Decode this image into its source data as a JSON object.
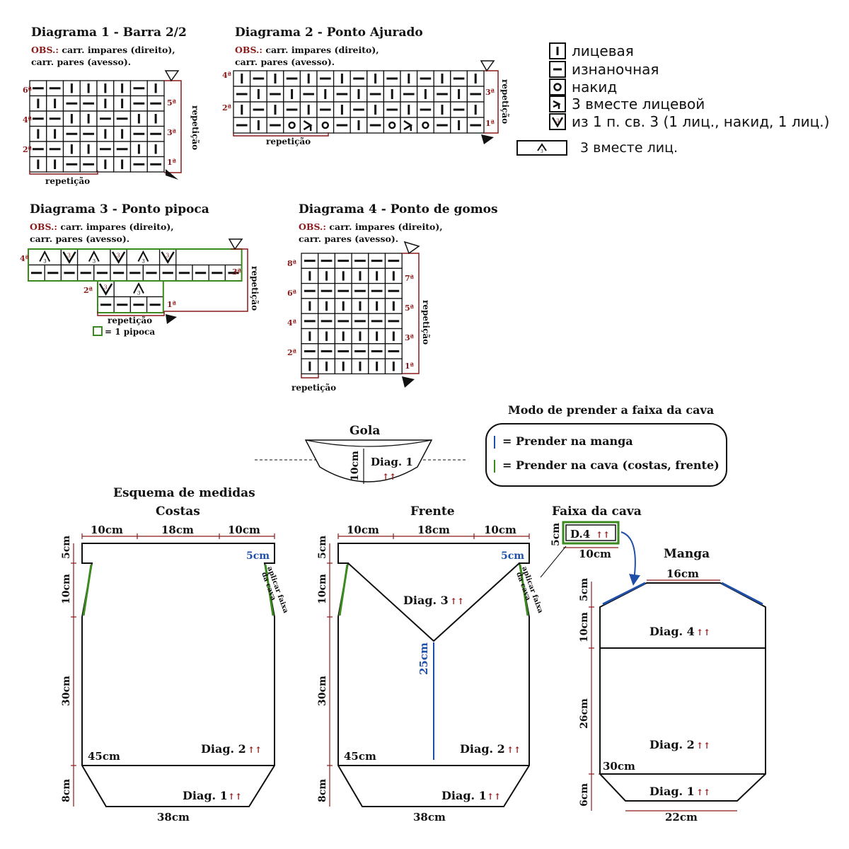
{
  "diagrams": {
    "d1": {
      "title": "Diagrama 1 - Barra 2/2",
      "obs_label": "OBS.:",
      "obs_line1": "carr. impares (direito),",
      "obs_line2": "carr. pares (avesso).",
      "rep_bottom": "repetição",
      "rep_side": "repetição",
      "rows": [
        "1ª",
        "2ª",
        "3ª",
        "4ª",
        "5ª",
        "6ª"
      ]
    },
    "d2": {
      "title": "Diagrama 2 - Ponto Ajurado",
      "obs_label": "OBS.:",
      "obs_line1": "carr. impares (direito),",
      "obs_line2": "carr. pares (avesso).",
      "rep_bottom": "repetição",
      "rep_side": "repetição",
      "rows": [
        "1ª",
        "2ª",
        "3ª",
        "4ª"
      ]
    },
    "d3": {
      "title": "Diagrama 3 - Ponto pipoca",
      "obs_label": "OBS.:",
      "obs_line1": "carr. impares (direito),",
      "obs_line2": "carr. pares (avesso).",
      "rep_bottom": "repetição",
      "rep_side": "repetição",
      "rows": [
        "1ª",
        "2ª",
        "3ª",
        "4ª"
      ],
      "pipoca_note": "= 1 pipoca"
    },
    "d4": {
      "title": "Diagrama 4 - Ponto de gomos",
      "obs_label": "OBS.:",
      "obs_line1": "carr. impares (direito),",
      "obs_line2": "carr. pares (avesso).",
      "rep_bottom": "repetição",
      "rep_side": "repetição",
      "rows": [
        "1ª",
        "2ª",
        "3ª",
        "4ª",
        "5ª",
        "6ª",
        "7ª",
        "8ª"
      ]
    }
  },
  "legend": [
    {
      "icon": "knit-icon",
      "label": "лицевая"
    },
    {
      "icon": "purl-icon",
      "label": "изнаночная"
    },
    {
      "icon": "yarn-over-icon",
      "label": "накид"
    },
    {
      "icon": "k3tog-icon",
      "label": "3 вместе лицевой"
    },
    {
      "icon": "increase-3-from-1-icon",
      "label": "из 1 п. св. 3 (1 лиц., накид, 1 лиц.)"
    },
    {
      "icon": "k3tog-wide-icon",
      "label": "3 вместе лиц."
    }
  ],
  "modo": {
    "title": "Modo de prender a faixa da cava",
    "blue_label": "= Prender na manga",
    "green_label": "= Prender na cava (costas, frente)",
    "blue_color": "#1f4fa8",
    "green_color": "#3a8a1e"
  },
  "gola": {
    "title": "Gola",
    "height": "10cm",
    "diag": "Diag. 1"
  },
  "costas": {
    "title1": "Esquema de medidas",
    "title2": "Costas",
    "top_left": "10cm",
    "top_mid": "18cm",
    "top_right": "10cm",
    "side_5": "5cm",
    "side_10": "10cm",
    "side_30": "30cm",
    "side_8": "8cm",
    "armhole_5": "5cm",
    "aplicar": "aplicar faixa",
    "aplicar2": "da cava",
    "width_45": "45cm",
    "bottom_38": "38cm",
    "diag2": "Diag. 2",
    "diag1": "Diag. 1"
  },
  "frente": {
    "title": "Frente",
    "top_left": "10cm",
    "top_mid": "18cm",
    "top_right": "10cm",
    "side_5": "5cm",
    "side_10": "10cm",
    "side_30": "30cm",
    "side_8": "8cm",
    "armhole_5": "5cm",
    "aplicar": "aplicar faixa",
    "aplicar2": "da cava",
    "v_depth": "25cm",
    "width_45": "45cm",
    "bottom_38": "38cm",
    "diag3": "Diag. 3",
    "diag2": "Diag. 2",
    "diag1": "Diag. 1"
  },
  "faixa": {
    "title": "Faixa da cava",
    "label": "D.4",
    "height": "5cm",
    "width": "10cm"
  },
  "manga": {
    "title": "Manga",
    "top_16": "16cm",
    "side_5": "5cm",
    "side_10": "10cm",
    "side_26": "26cm",
    "side_6": "6cm",
    "width_30": "30cm",
    "bottom_22": "22cm",
    "diag4": "Diag. 4",
    "diag2": "Diag. 2",
    "diag1": "Diag. 1"
  }
}
